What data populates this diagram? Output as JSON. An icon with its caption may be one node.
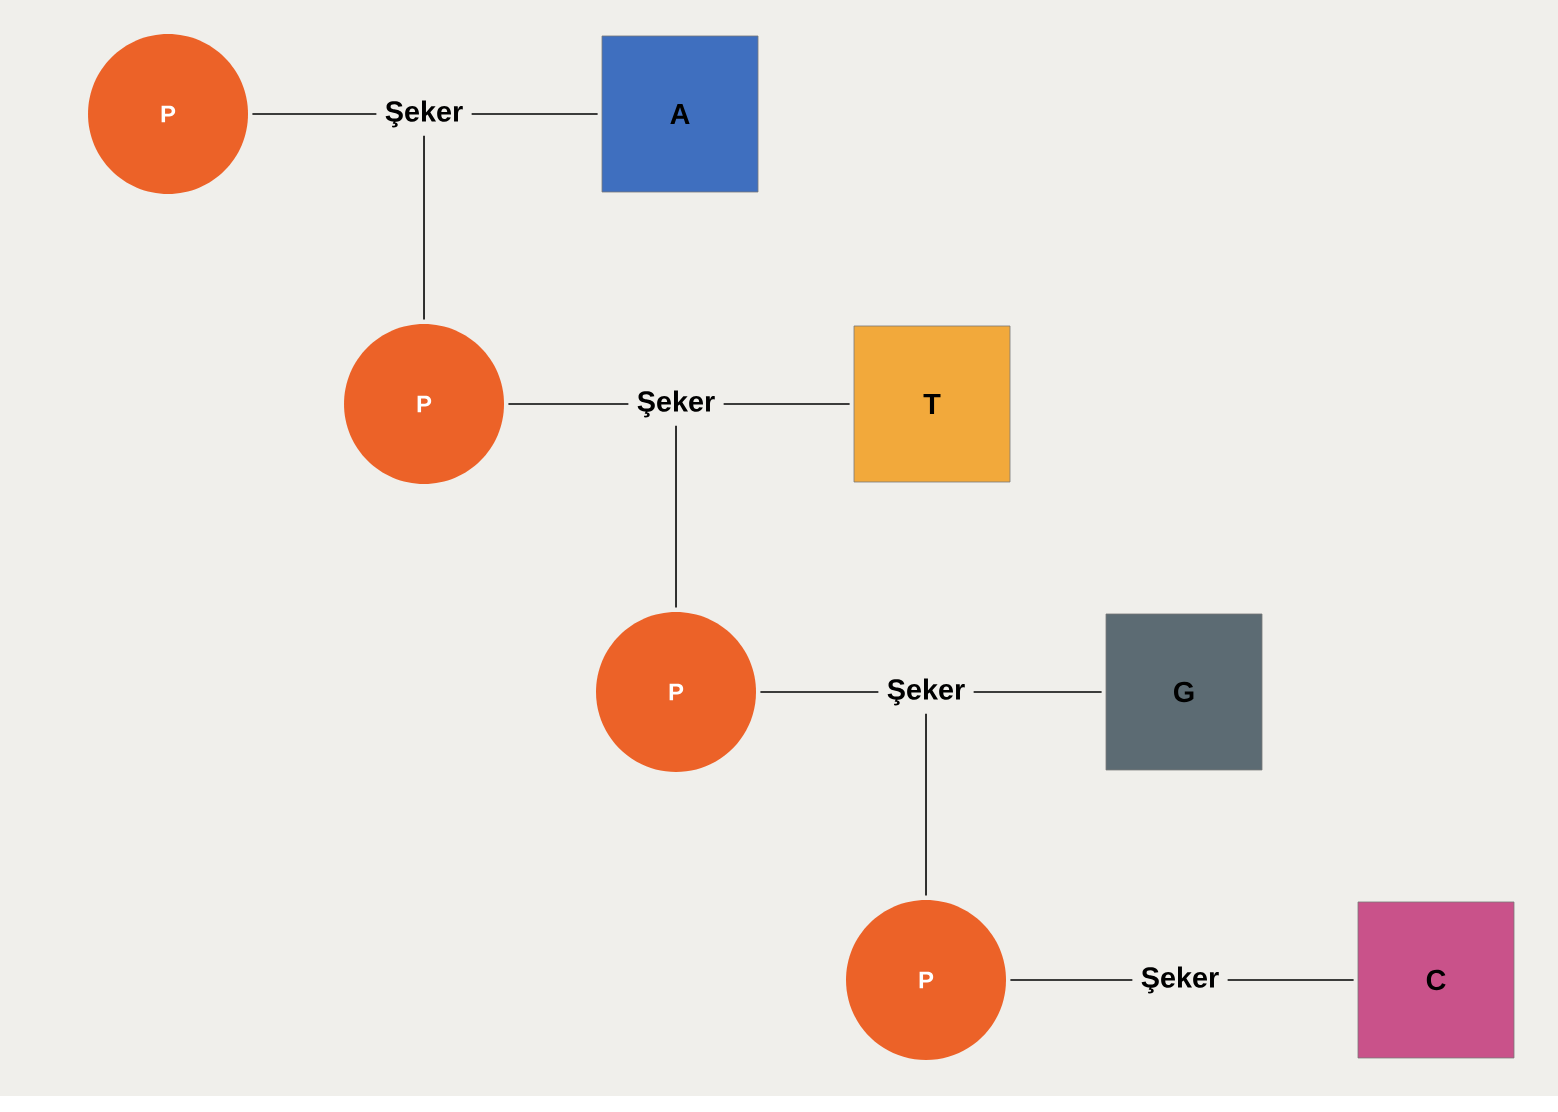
{
  "diagram": {
    "nodes": [
      {
        "text": [
          "P"
        ]
      },
      {
        "text": [
          "Şeker"
        ]
      },
      {
        "text": [
          "A"
        ]
      },
      {
        "text": [
          "P"
        ]
      },
      {
        "text": [
          "Şeker"
        ]
      },
      {
        "text": [
          "T"
        ]
      },
      {
        "text": [
          "P"
        ]
      },
      {
        "text": [
          "Şeker"
        ]
      },
      {
        "text": [
          "G"
        ]
      },
      {
        "text": [
          "P"
        ]
      },
      {
        "text": [
          "Şeker"
        ]
      },
      {
        "text": [
          "C"
        ]
      }
    ],
    "edges": [
      {
        "from": 0,
        "to": 1,
        "arrow": "none"
      },
      {
        "from": 1,
        "to": 2,
        "arrow": "none"
      },
      {
        "from": 1,
        "to": 3,
        "arrow": "none"
      },
      {
        "from": 3,
        "to": 4,
        "arrow": "none"
      },
      {
        "from": 4,
        "to": 5,
        "arrow": "none"
      },
      {
        "from": 4,
        "to": 6,
        "arrow": "none"
      },
      {
        "from": 6,
        "to": 7,
        "arrow": "none"
      },
      {
        "from": 7,
        "to": 8,
        "arrow": "none"
      },
      {
        "from": 7,
        "to": 9,
        "arrow": "none"
      },
      {
        "from": 9,
        "to": 10,
        "arrow": "none"
      },
      {
        "from": 10,
        "to": 11,
        "arrow": "none"
      }
    ]
  }
}
